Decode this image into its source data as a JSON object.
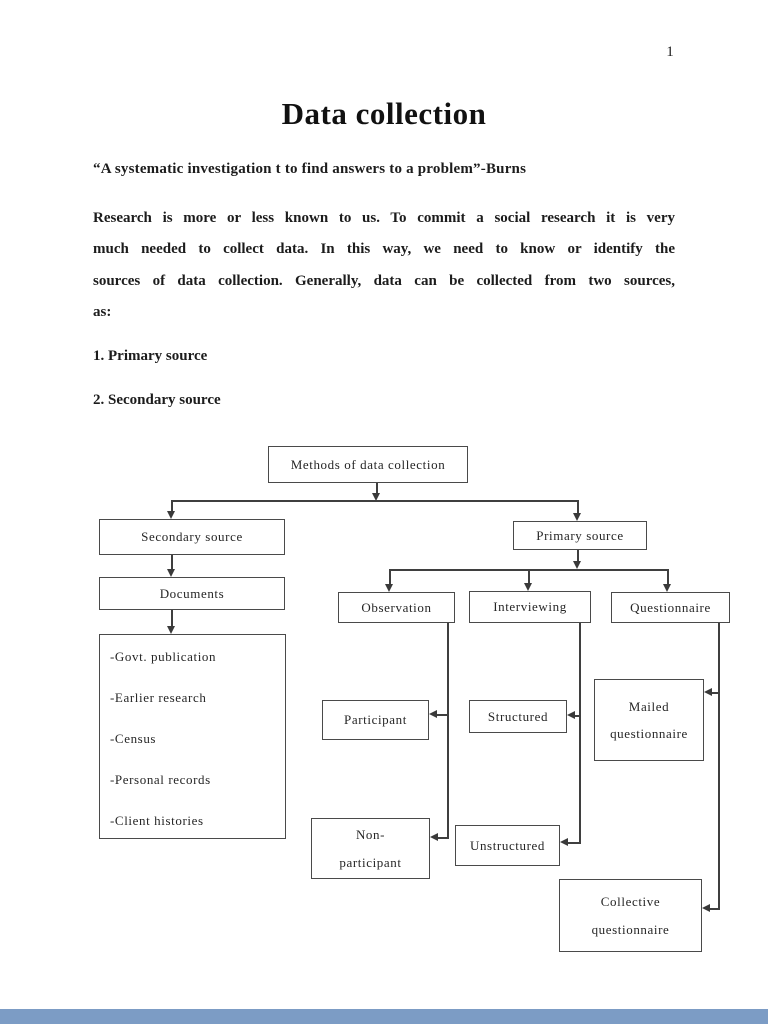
{
  "page": {
    "number": "1"
  },
  "document": {
    "title": "Data collection",
    "quote": "“A systematic investigation t to find answers to a problem”-Burns",
    "paragraph_lines": [
      "Research is more or less known to us. To commit a social research it is very",
      "much needed to collect data. In this way, we need to know or identify the",
      "sources of data collection. Generally, data can be collected from two sources,",
      "as:"
    ],
    "numbered_items": [
      "1. Primary source",
      "2. Secondary source"
    ]
  },
  "diagram": {
    "nodes": {
      "methods": "Methods of data collection",
      "secondary_source": "Secondary source",
      "documents": "Documents",
      "document_types": [
        "-Govt. publication",
        "-Earlier research",
        "-Census",
        "-Personal records",
        "-Client histories"
      ],
      "primary_source": "Primary source",
      "observation": "Observation",
      "interviewing": "Interviewing",
      "questionnaire": "Questionnaire",
      "participant": "Participant",
      "structured": "Structured",
      "mailed_questionnaire": "Mailed\nquestionnaire",
      "non_participant": "Non-\nparticipant",
      "unstructured": "Unstructured",
      "collective_questionnaire": "Collective\nquestionnaire"
    }
  },
  "viewer": {
    "footer_bar_color": "#7c9cc5"
  }
}
